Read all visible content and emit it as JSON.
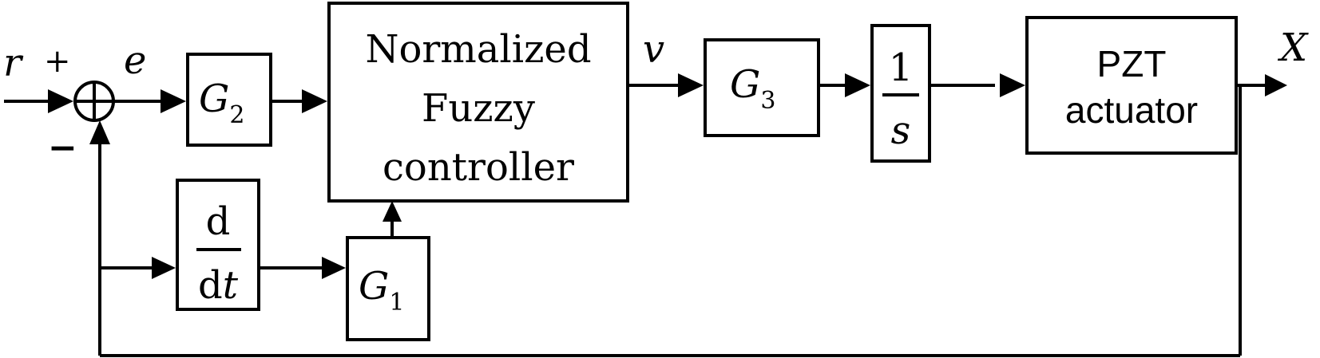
{
  "signals": {
    "r": "r",
    "plus": "+",
    "minus": "−",
    "e": "e",
    "v": "v",
    "x": "X"
  },
  "blocks": {
    "g2": {
      "main": "G",
      "sub": "2"
    },
    "g1": {
      "main": "G",
      "sub": "1"
    },
    "g3": {
      "main": "G",
      "sub": "3"
    },
    "fuzzy": {
      "line1": "Normalized",
      "line2": "Fuzzy",
      "line3": "controller"
    },
    "deriv": {
      "num": "d",
      "den_d": "d",
      "den_t": "t"
    },
    "integrator": {
      "num": "1",
      "den": "s"
    },
    "pzt": {
      "line1": "PZT",
      "line2": "actuator"
    }
  }
}
